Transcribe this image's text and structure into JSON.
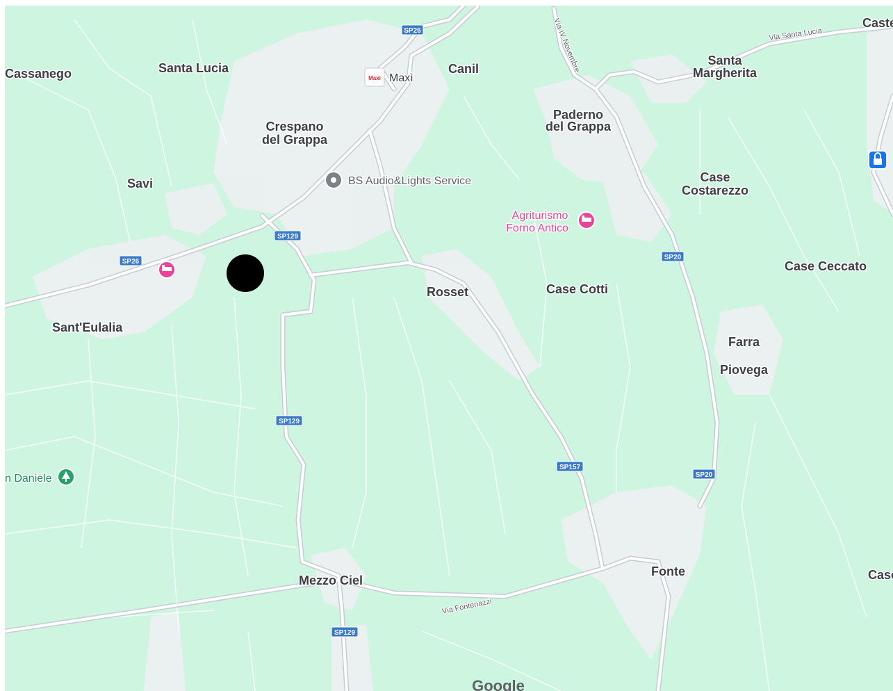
{
  "map": {
    "colors": {
      "land": "#cdf5df",
      "urban": "#eef0f2",
      "road": "#ffffff",
      "road_casing": "#c5ccd3",
      "shield": "#3a78c8",
      "poi_pink": "#e8459a",
      "poi_green": "#27a36a",
      "poi_gray": "#7c8288",
      "marker": "#000000"
    },
    "places": [
      {
        "id": "cassanego",
        "text": "Cassanego"
      },
      {
        "id": "santa-lucia",
        "text": "Santa Lucia"
      },
      {
        "id": "crespano-1",
        "text": "Crespano"
      },
      {
        "id": "crespano-2",
        "text": "del Grappa"
      },
      {
        "id": "canil",
        "text": "Canil"
      },
      {
        "id": "santa-margherita-1",
        "text": "Santa"
      },
      {
        "id": "santa-margherita-2",
        "text": "Margherita"
      },
      {
        "id": "paderno-1",
        "text": "Paderno"
      },
      {
        "id": "paderno-2",
        "text": "del Grappa"
      },
      {
        "id": "savi",
        "text": "Savi"
      },
      {
        "id": "case-costarezzo-1",
        "text": "Case"
      },
      {
        "id": "case-costarezzo-2",
        "text": "Costarezzo"
      },
      {
        "id": "case-ceccato",
        "text": "Case Ceccato"
      },
      {
        "id": "sant-eulalia",
        "text": "Sant'Eulalia"
      },
      {
        "id": "rosset",
        "text": "Rosset"
      },
      {
        "id": "case-cotti",
        "text": "Case Cotti"
      },
      {
        "id": "farra",
        "text": "Farra"
      },
      {
        "id": "piovega",
        "text": "Piovega"
      },
      {
        "id": "mezzo-ciel",
        "text": "Mezzo Ciel"
      },
      {
        "id": "fonte",
        "text": "Fonte"
      },
      {
        "id": "caste-edge",
        "text": "Caste"
      },
      {
        "id": "case-edge",
        "text": "Case"
      }
    ],
    "pois": {
      "maxi": "Maxì",
      "maxi_logo": "Maxi",
      "bs_audio": "BS Audio&Lights Service",
      "agriturismo_1": "Agriturismo",
      "agriturismo_2": "Forno Antico",
      "daniele": "n Daniele"
    },
    "road_names": {
      "via_santa_lucia": "Via Santa Lucia",
      "via_iv_novembre": "Via IV Novembre",
      "via_fontenazzi": "Via Fontenazzi"
    },
    "shields": {
      "sp26_top": "SP26",
      "sp26_left": "SP26",
      "sp129_top": "SP129",
      "sp129_mid": "SP129",
      "sp129_bottom": "SP129",
      "sp20_upper": "SP20",
      "sp20_lower": "SP20",
      "sp157": "SP157"
    },
    "icons": {
      "hotel": "hotel-bed-icon",
      "park": "park-tree-icon",
      "location": "location-pin-icon",
      "parking": "parking-lock-icon",
      "maxi": "supermarket-logo-icon"
    },
    "attribution": "Google"
  }
}
